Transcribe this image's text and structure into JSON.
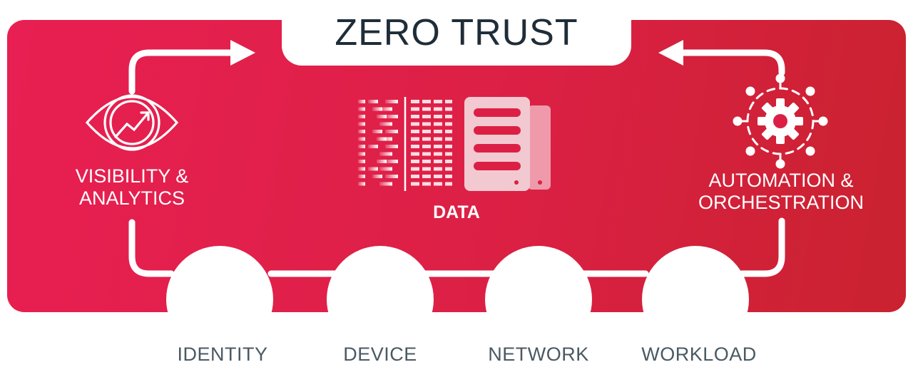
{
  "title": "ZERO TRUST",
  "center": {
    "label": "DATA",
    "icon": "data-server-icon"
  },
  "left": {
    "label": "VISIBILITY &\nANALYTICS",
    "icon": "eye-analytics-icon"
  },
  "right": {
    "label": "AUTOMATION &\nORCHESTRATION",
    "icon": "gear-network-icon"
  },
  "pillars": [
    {
      "label": "IDENTITY",
      "icon": "users-identity-icon"
    },
    {
      "label": "DEVICE",
      "icon": "laptop-device-icon"
    },
    {
      "label": "NETWORK",
      "icon": "cloud-shield-lock-icon"
    },
    {
      "label": "WORKLOAD",
      "icon": "server-sync-icon"
    }
  ],
  "colors": {
    "panel": "#e01e4c",
    "panel_dark": "#c9222f",
    "text_dark": "#1f2d38",
    "caption": "#4a5963",
    "icon": "#2e3c47"
  }
}
